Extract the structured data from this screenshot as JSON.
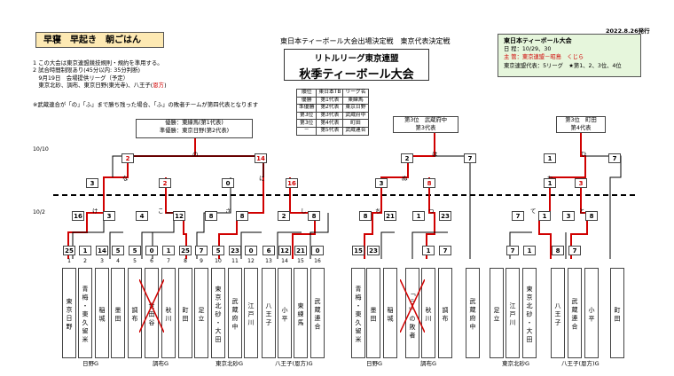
{
  "slogan": "早寝　早起き　朝ごはん",
  "notes": {
    "line1": "1 この大会は東京連盟競技規則・規約を準用する。",
    "line2": "2 試合時間制限あり(45分以内: 35分判断)",
    "line3": "　9月19日　会場提供リーグ（予定）",
    "line4_prefix": "　東京北砂、調布、東京日野(東光寺)、八王子(",
    "line4_red": "恩方",
    "line4_suffix": ")"
  },
  "header": {
    "main": "東日本ティーボール大会出場決定戦　東京代表決定戦",
    "title_small": "リトルリーグ東京連盟",
    "title_big": "秋季ティーボール大会",
    "date": "2022.8.26発行"
  },
  "info": {
    "title": "東日本ティーボール大会",
    "dates": "日 程：10/29、30",
    "host": "主 管：東京連盟－昭島　くじら",
    "reps": "東京連盟代表：5リーグ　★第1、2、3位、4位"
  },
  "wide_note": "※武蔵連合が「の」「ふ」まで勝ち残った場合、「ふ」の敗者チームが第四代表となります",
  "rank_table": {
    "headers": [
      "順位",
      "東日本TB",
      "リーグ名"
    ],
    "rows": [
      [
        "優勝",
        "第1代表",
        "東練馬"
      ],
      [
        "準優勝",
        "第2代表",
        "東京日野"
      ],
      [
        "第3位",
        "第3代表",
        "武蔵府中"
      ],
      [
        "第3位",
        "第4代表",
        "町田"
      ],
      [
        "－",
        "第5代表",
        "武蔵連合"
      ]
    ]
  },
  "result_boxes": {
    "left_line1": "優勝：東練馬(第1代表)",
    "left_line2": "準優勝：東京日野(第2代表)",
    "mid_line1": "第3位　武蔵府中",
    "mid_line2": "第3代表",
    "right_line1": "第3位　町田",
    "right_line2": "第4代表"
  },
  "side_labels": {
    "d1": "10/10",
    "d2": "10/2"
  },
  "kana": [
    "の",
    "な",
    "に",
    "け",
    "こ",
    "さ",
    "し",
    "は",
    "ぬ",
    "ち",
    "つ",
    "ひ",
    "ね",
    "て",
    "と"
  ],
  "top_scores": [
    "2",
    "14",
    "3",
    "2",
    "0",
    "16",
    "2",
    "7",
    "3",
    "8",
    "1",
    "7",
    "1",
    "3"
  ],
  "mid_scores": [
    "16",
    "3",
    "4",
    "12",
    "8",
    "8",
    "2",
    "8",
    "8",
    "21",
    "1",
    "23",
    "7",
    "1",
    "3",
    "8"
  ],
  "teams": [
    {
      "num": "1",
      "name": "東京日野",
      "score": "25"
    },
    {
      "num": "2",
      "name": "青梅・東久留米",
      "score": "1"
    },
    {
      "num": "3",
      "name": "稲城",
      "score": "14"
    },
    {
      "num": "4",
      "name": "墨田",
      "score": "5"
    },
    {
      "num": "5",
      "name": "調布",
      "score": "5"
    },
    {
      "num": "6",
      "name": "世田谷",
      "score": "0"
    },
    {
      "num": "7",
      "name": "秋川",
      "score": "1"
    },
    {
      "num": "8",
      "name": "町田",
      "score": "25"
    },
    {
      "num": "9",
      "name": "足立",
      "score": "7"
    },
    {
      "num": "10",
      "name": "東京北砂・大田",
      "score": "5"
    },
    {
      "num": "11",
      "name": "武蔵府中",
      "score": "23"
    },
    {
      "num": "12",
      "name": "江戸川",
      "score": "0"
    },
    {
      "num": "13",
      "name": "八王子",
      "score": "6"
    },
    {
      "num": "14",
      "name": "小平",
      "score": "12"
    },
    {
      "num": "15",
      "name": "東練馬",
      "score": "21"
    },
    {
      "num": "16",
      "name": "武蔵連合",
      "score": "0"
    },
    {
      "num": "",
      "name": "青梅・東久留米",
      "score": "15"
    },
    {
      "num": "",
      "name": "墨田",
      "score": "23"
    },
    {
      "num": "",
      "name": "稲城",
      "score": ""
    },
    {
      "num": "",
      "name": "「う」の敗者",
      "score": ""
    },
    {
      "num": "",
      "name": "秋川",
      "score": "1"
    },
    {
      "num": "",
      "name": "調布",
      "score": "7"
    },
    {
      "num": "",
      "name": "武蔵府中",
      "score": ""
    },
    {
      "num": "",
      "name": "足立",
      "score": ""
    },
    {
      "num": "",
      "name": "江戸川",
      "score": "7"
    },
    {
      "num": "",
      "name": "東京北砂・大田",
      "score": "1"
    },
    {
      "num": "",
      "name": "八王子",
      "score": "8"
    },
    {
      "num": "",
      "name": "武蔵連合",
      "score": "7"
    },
    {
      "num": "",
      "name": "小平",
      "score": ""
    },
    {
      "num": "",
      "name": "町田",
      "score": ""
    }
  ],
  "groups": [
    "日野G",
    "調布G",
    "東京北砂G",
    "八王子(恩方)G",
    "日野G",
    "調布G",
    "東京北砂G",
    "八王子(恩方)G"
  ]
}
